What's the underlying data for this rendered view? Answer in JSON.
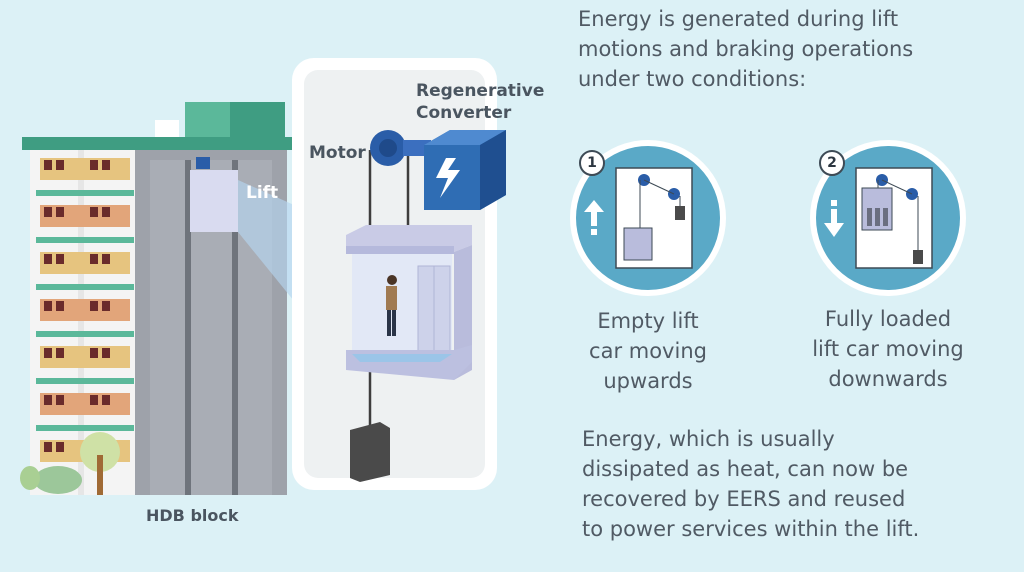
{
  "labels": {
    "regenerative_line1": "Regenerative",
    "regenerative_line2": "Converter",
    "motor": "Motor",
    "lift": "Lift",
    "hdb_block": "HDB block"
  },
  "intro": {
    "line1": "Energy is generated during lift",
    "line2": "motions and braking operations",
    "line3": "under two conditions:"
  },
  "conditions": [
    {
      "number": "1",
      "line1": "Empty lift",
      "line2": "car moving",
      "line3": "upwards",
      "arrow": "up-arrow-icon"
    },
    {
      "number": "2",
      "line1": "Fully loaded",
      "line2": "lift car moving",
      "line3": "downwards",
      "arrow": "down-arrow-icon"
    }
  ],
  "outro": {
    "line1": "Energy, which is usually",
    "line2": "dissipated as heat, can now be",
    "line3": "recovered by EERS and reused",
    "line4": "to power services within the lift."
  },
  "colors": {
    "background": "#dcf1f6",
    "circle_blue": "#5aa9c7",
    "converter_blue": "#2f6db4",
    "motor_blue": "#2a5da8",
    "building_green": "#5bb89a",
    "lift_car": "#bcc0e0"
  }
}
